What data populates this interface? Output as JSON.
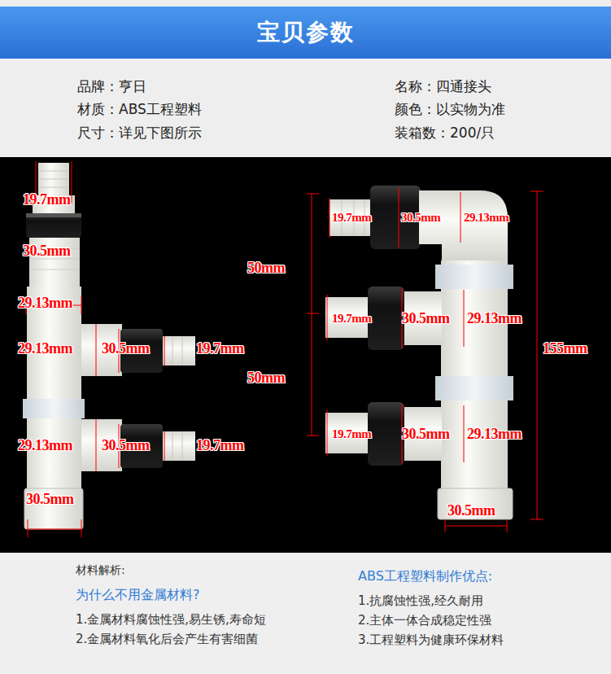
{
  "diagram": {
    "title": "宝贝参数",
    "labels": [
      "品牌：亨日",
      "名称：四通接头",
      "材质：ABS工程塑料",
      "颜色：以实物为准",
      "尺寸：详见下图所示",
      "装箱数：200/只",
      "19.7mm",
      "30.5mm",
      "29.13mm",
      "29.13mm",
      "30.5mm",
      "19.7mm",
      "29.13mm",
      "30.5mm",
      "19.7mm",
      "30.5mm",
      "19.7mm",
      "30.5mm",
      "29.13mm",
      "50mm",
      "19.7mm",
      "30.5mm",
      "29.13mm",
      "155mm",
      "50mm",
      "19.7mm",
      "30.5mm",
      "29.13mm",
      "30.5mm",
      "材料解析:",
      "为什么不用金属材料?",
      "1.金属材料腐蚀性强,易生锈,寿命短",
      "2.金属材料氧化后会产生有害细菌",
      "ABS工程塑料制作优点:",
      "1.抗腐蚀性强,经久耐用",
      "2.主体一体合成稳定性强",
      "3.工程塑料为健康环保材料"
    ]
  }
}
